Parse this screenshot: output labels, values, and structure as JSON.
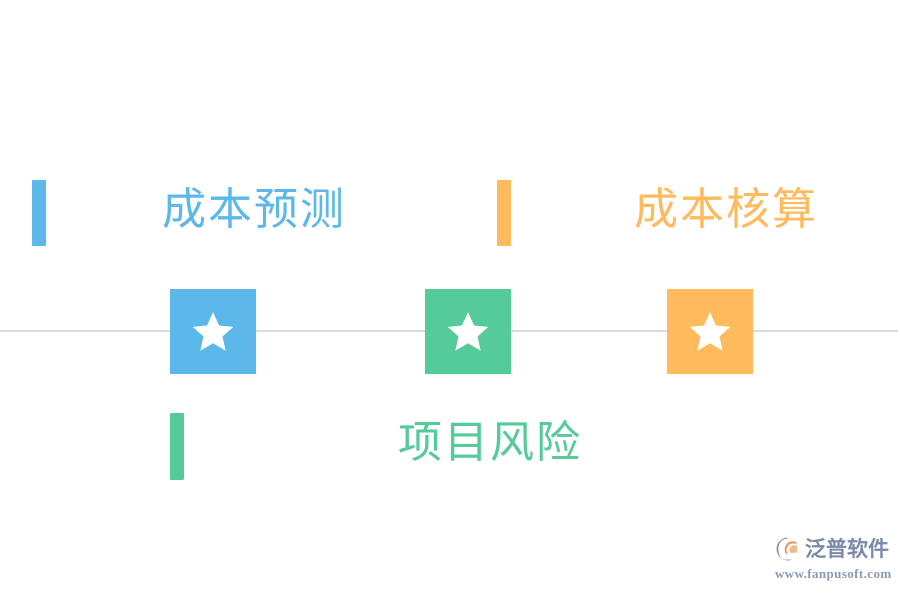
{
  "diagram": {
    "type": "milestone-timeline",
    "background_color": "#ffffff",
    "rule": {
      "name": "timeline-rule",
      "color": "#d9dbdd"
    },
    "nodes": [
      {
        "id": "cost-forecast",
        "icon": "star-icon",
        "color": "#5bb8e8",
        "star_color": "#ffffff"
      },
      {
        "id": "project-risk",
        "icon": "star-icon",
        "color": "#54cb98",
        "star_color": "#ffffff"
      },
      {
        "id": "cost-accounting",
        "icon": "star-icon",
        "color": "#ffba5c",
        "star_color": "#ffffff"
      }
    ],
    "items": [
      {
        "id": "cost-forecast",
        "label": "成本预测",
        "color": "#5bb8e8",
        "position": "above-left"
      },
      {
        "id": "cost-accounting",
        "label": "成本核算",
        "color": "#ffba5c",
        "position": "above-right"
      },
      {
        "id": "project-risk",
        "label": "项目风险",
        "color": "#54cb98",
        "position": "below-center"
      }
    ]
  },
  "brand": {
    "mark": "fanpu-logo-icon",
    "name": "泛普软件",
    "url": "www.fanpusoft.com",
    "name_color": "#7b8aa8",
    "url_color": "#8d9ab4"
  }
}
